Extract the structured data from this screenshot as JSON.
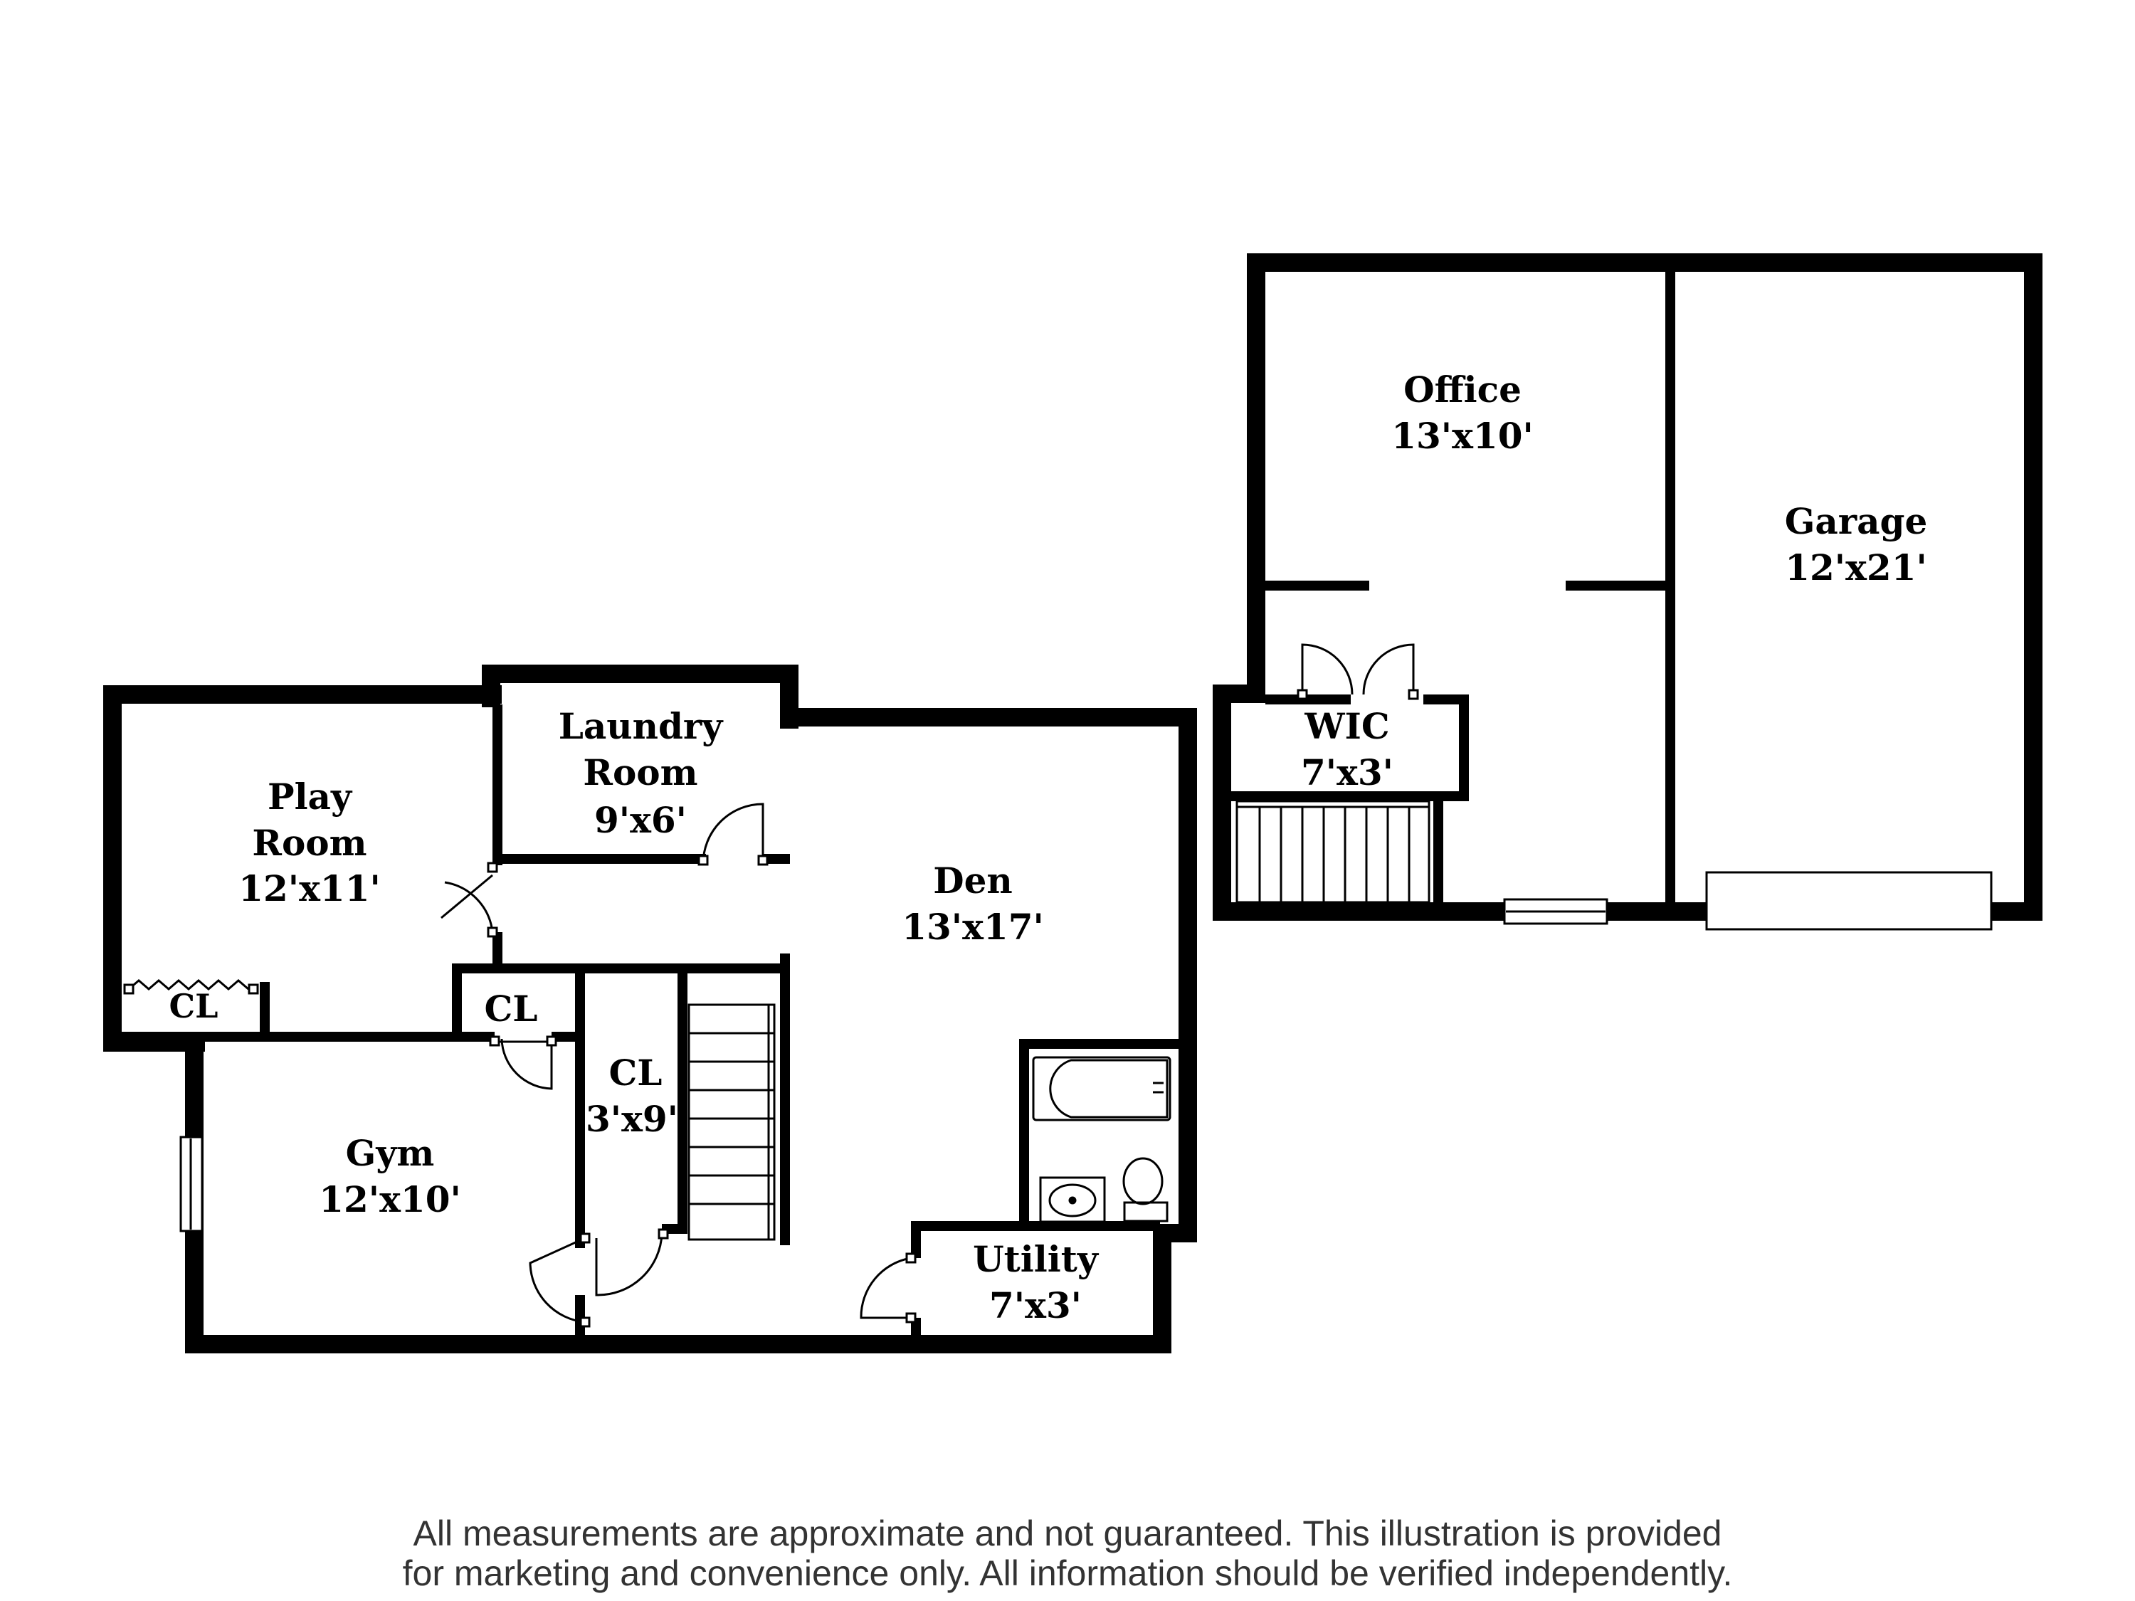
{
  "rooms": {
    "play_room": {
      "name_line1": "Play",
      "name_line2": "Room",
      "size": "12'x11'"
    },
    "laundry_room": {
      "name_line1": "Laundry",
      "name_line2": "Room",
      "size": "9'x6'"
    },
    "den": {
      "name": "Den",
      "size": "13'x17'"
    },
    "closet_play": {
      "name": "CL"
    },
    "closet_hall": {
      "name": "CL"
    },
    "closet_gym": {
      "name": "CL",
      "size": "3'x9'"
    },
    "gym": {
      "name": "Gym",
      "size": "12'x10'"
    },
    "utility": {
      "name": "Utility",
      "size": "7'x3'"
    },
    "office": {
      "name": "Office",
      "size": "13'x10'"
    },
    "wic": {
      "name": "WIC",
      "size": "7'x3'"
    },
    "garage": {
      "name": "Garage",
      "size": "12'x21'"
    }
  },
  "disclaimer": {
    "line1": "All measurements are approximate and not guaranteed. This illustration is provided",
    "line2": "for marketing and convenience only. All information should be verified independently."
  }
}
